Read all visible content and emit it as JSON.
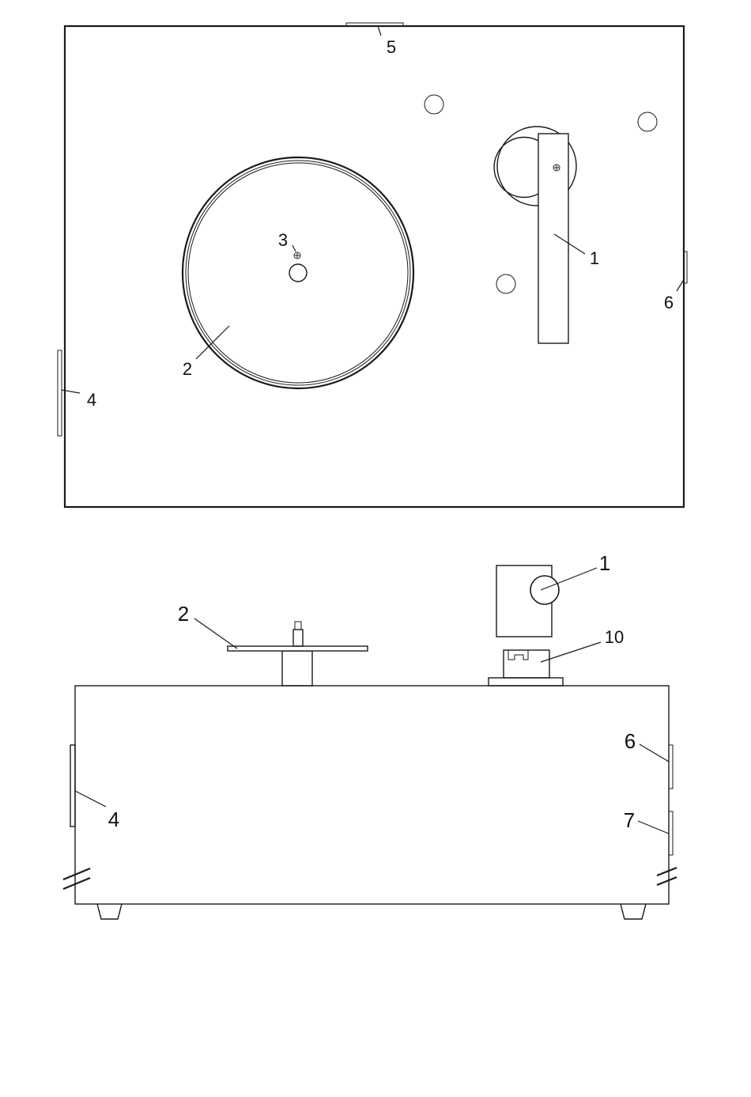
{
  "top_view": {
    "callouts": {
      "tonearm": "1",
      "platter": "2",
      "spindle_screw": "3",
      "left_side_part": "4",
      "top_edge_part": "5",
      "right_side_part": "6"
    }
  },
  "side_view": {
    "callouts": {
      "tonearm": "1",
      "platter": "2",
      "left_side_part": "4",
      "right_upper_part": "6",
      "right_lower_part": "7",
      "arm_base": "10"
    }
  },
  "colors": {
    "line": "#1a1a1a",
    "background": "#ffffff"
  }
}
